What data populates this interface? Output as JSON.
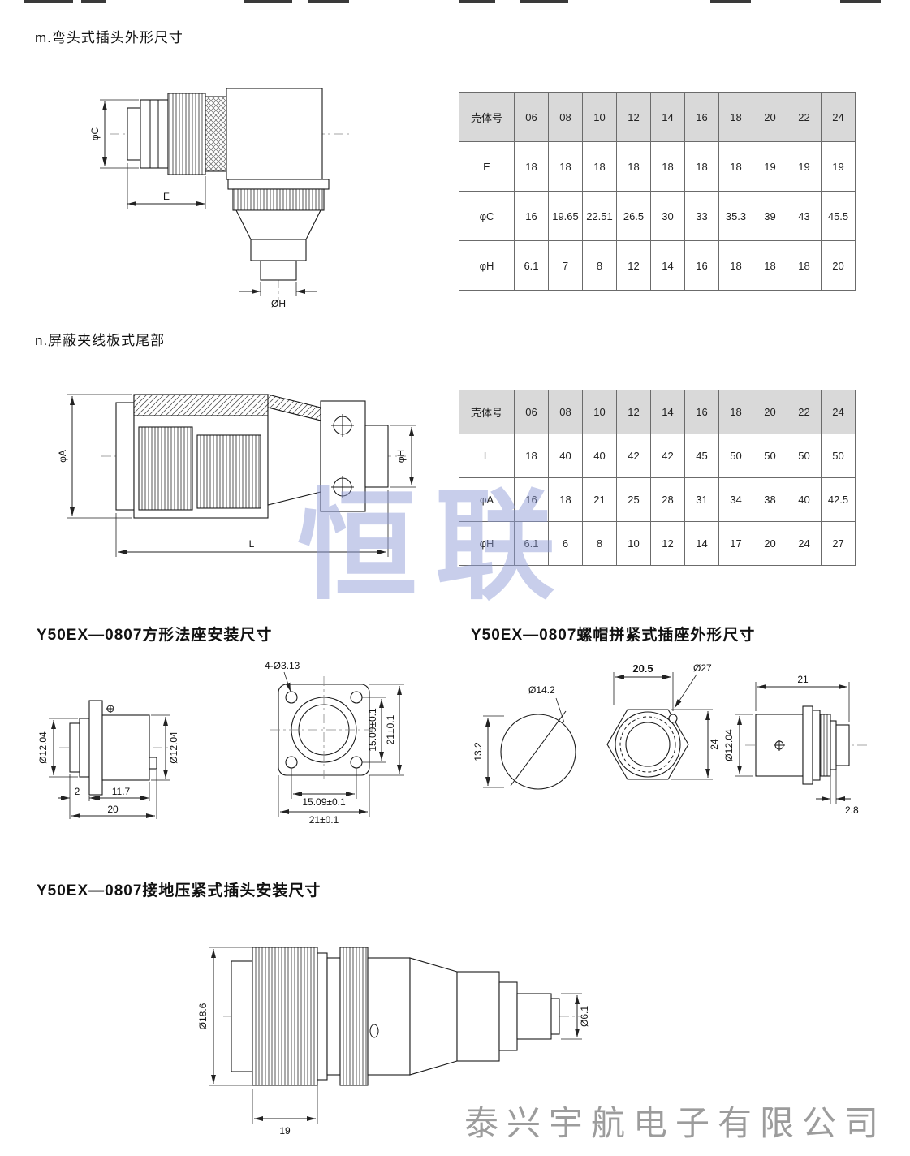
{
  "page": {
    "watermark": "恒联",
    "footer": "泰兴宇航电子有限公司"
  },
  "sections": {
    "m": {
      "title": "m.弯头式插头外形尺寸",
      "dims": {
        "c": "φC",
        "e": "E",
        "h": "ØH"
      },
      "table": {
        "corner": "壳体号",
        "columns": [
          "06",
          "08",
          "10",
          "12",
          "14",
          "16",
          "18",
          "20",
          "22",
          "24"
        ],
        "rows": [
          {
            "label": "E",
            "values": [
              "18",
              "18",
              "18",
              "18",
              "18",
              "18",
              "18",
              "19",
              "19",
              "19"
            ]
          },
          {
            "label": "φC",
            "values": [
              "16",
              "19.65",
              "22.51",
              "26.5",
              "30",
              "33",
              "35.3",
              "39",
              "43",
              "45.5"
            ]
          },
          {
            "label": "φH",
            "values": [
              "6.1",
              "7",
              "8",
              "12",
              "14",
              "16",
              "18",
              "18",
              "18",
              "20"
            ]
          }
        ]
      }
    },
    "n": {
      "title": "n.屏蔽夹线板式尾部",
      "dims": {
        "a": "φA",
        "h": "φH",
        "l": "L"
      },
      "table": {
        "corner": "壳体号",
        "columns": [
          "06",
          "08",
          "10",
          "12",
          "14",
          "16",
          "18",
          "20",
          "22",
          "24"
        ],
        "rows": [
          {
            "label": "L",
            "values": [
              "18",
              "40",
              "40",
              "42",
              "42",
              "45",
              "50",
              "50",
              "50",
              "50"
            ]
          },
          {
            "label": "φA",
            "values": [
              "16",
              "18",
              "21",
              "25",
              "28",
              "31",
              "34",
              "38",
              "40",
              "42.5"
            ]
          },
          {
            "label": "φH",
            "values": [
              "6.1",
              "6",
              "8",
              "10",
              "12",
              "14",
              "17",
              "20",
              "24",
              "27"
            ]
          }
        ]
      }
    },
    "flange": {
      "title": "Y50EX—0807方形法座安装尺寸",
      "side": {
        "d_left": "Ø12.04",
        "d_right": "Ø12.04",
        "len_rear": "2",
        "len_front": "11.7",
        "len_total": "20"
      },
      "front": {
        "holes": "4-Ø3.13",
        "pitch_v": "15.09±0.1",
        "size_v": "21±0.1",
        "pitch_h": "15.09±0.1",
        "size_h": "21±0.1"
      }
    },
    "nut": {
      "title": "Y50EX—0807螺帽拼紧式插座外形尺寸",
      "cutout": {
        "d": "Ø14.2",
        "h": "13.2"
      },
      "front": {
        "w": "20.5",
        "d": "Ø27",
        "h": "24"
      },
      "side": {
        "w": "21",
        "d": "Ø12.04",
        "t": "2.8"
      }
    },
    "ground": {
      "title": "Y50EX—0807接地压紧式插头安装尺寸",
      "dims": {
        "d_body": "Ø18.6",
        "l": "19",
        "d_tail": "Ø6.1"
      }
    }
  }
}
